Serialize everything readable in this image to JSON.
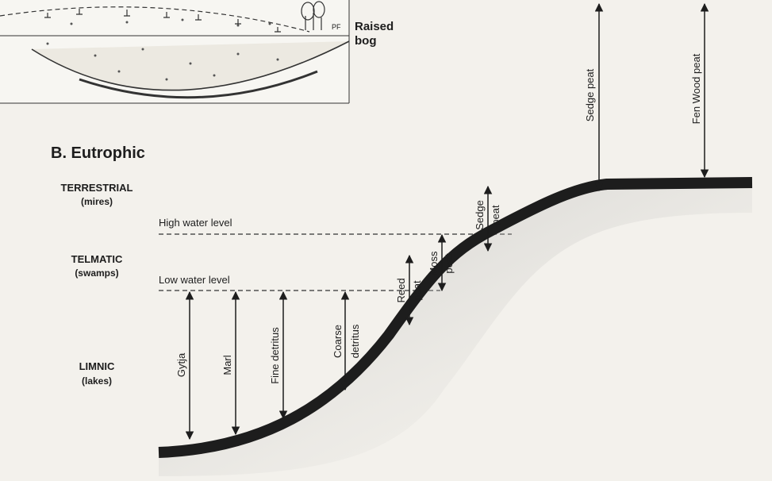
{
  "inset": {
    "label_line1": "Raised",
    "label_line2": "bog",
    "pf_mark": "PF"
  },
  "title": "B. Eutrophic",
  "zones": {
    "terrestrial": {
      "name": "TERRESTRIAL",
      "sub": "(mires)"
    },
    "telmatic": {
      "name": "TELMATIC",
      "sub": "(swamps)"
    },
    "limnic": {
      "name": "LIMNIC",
      "sub": "(lakes)"
    }
  },
  "levels": {
    "high": "High water level",
    "low": "Low water level"
  },
  "deposits": {
    "gyttja": "Gytja",
    "marl": "Marl",
    "fine_detritus": "Fine detritus",
    "coarse_l1": "Coarse",
    "coarse_l2": "detritus",
    "reed_l1": "Reed",
    "reed_l2": "peat",
    "moss_l1": "Moss",
    "moss_l2": "peat",
    "sedge_l1": "Sedge",
    "sedge_l2": "peat",
    "sedge_peat": "Sedge peat",
    "fen_wood_peat": "Fen Wood peat"
  }
}
